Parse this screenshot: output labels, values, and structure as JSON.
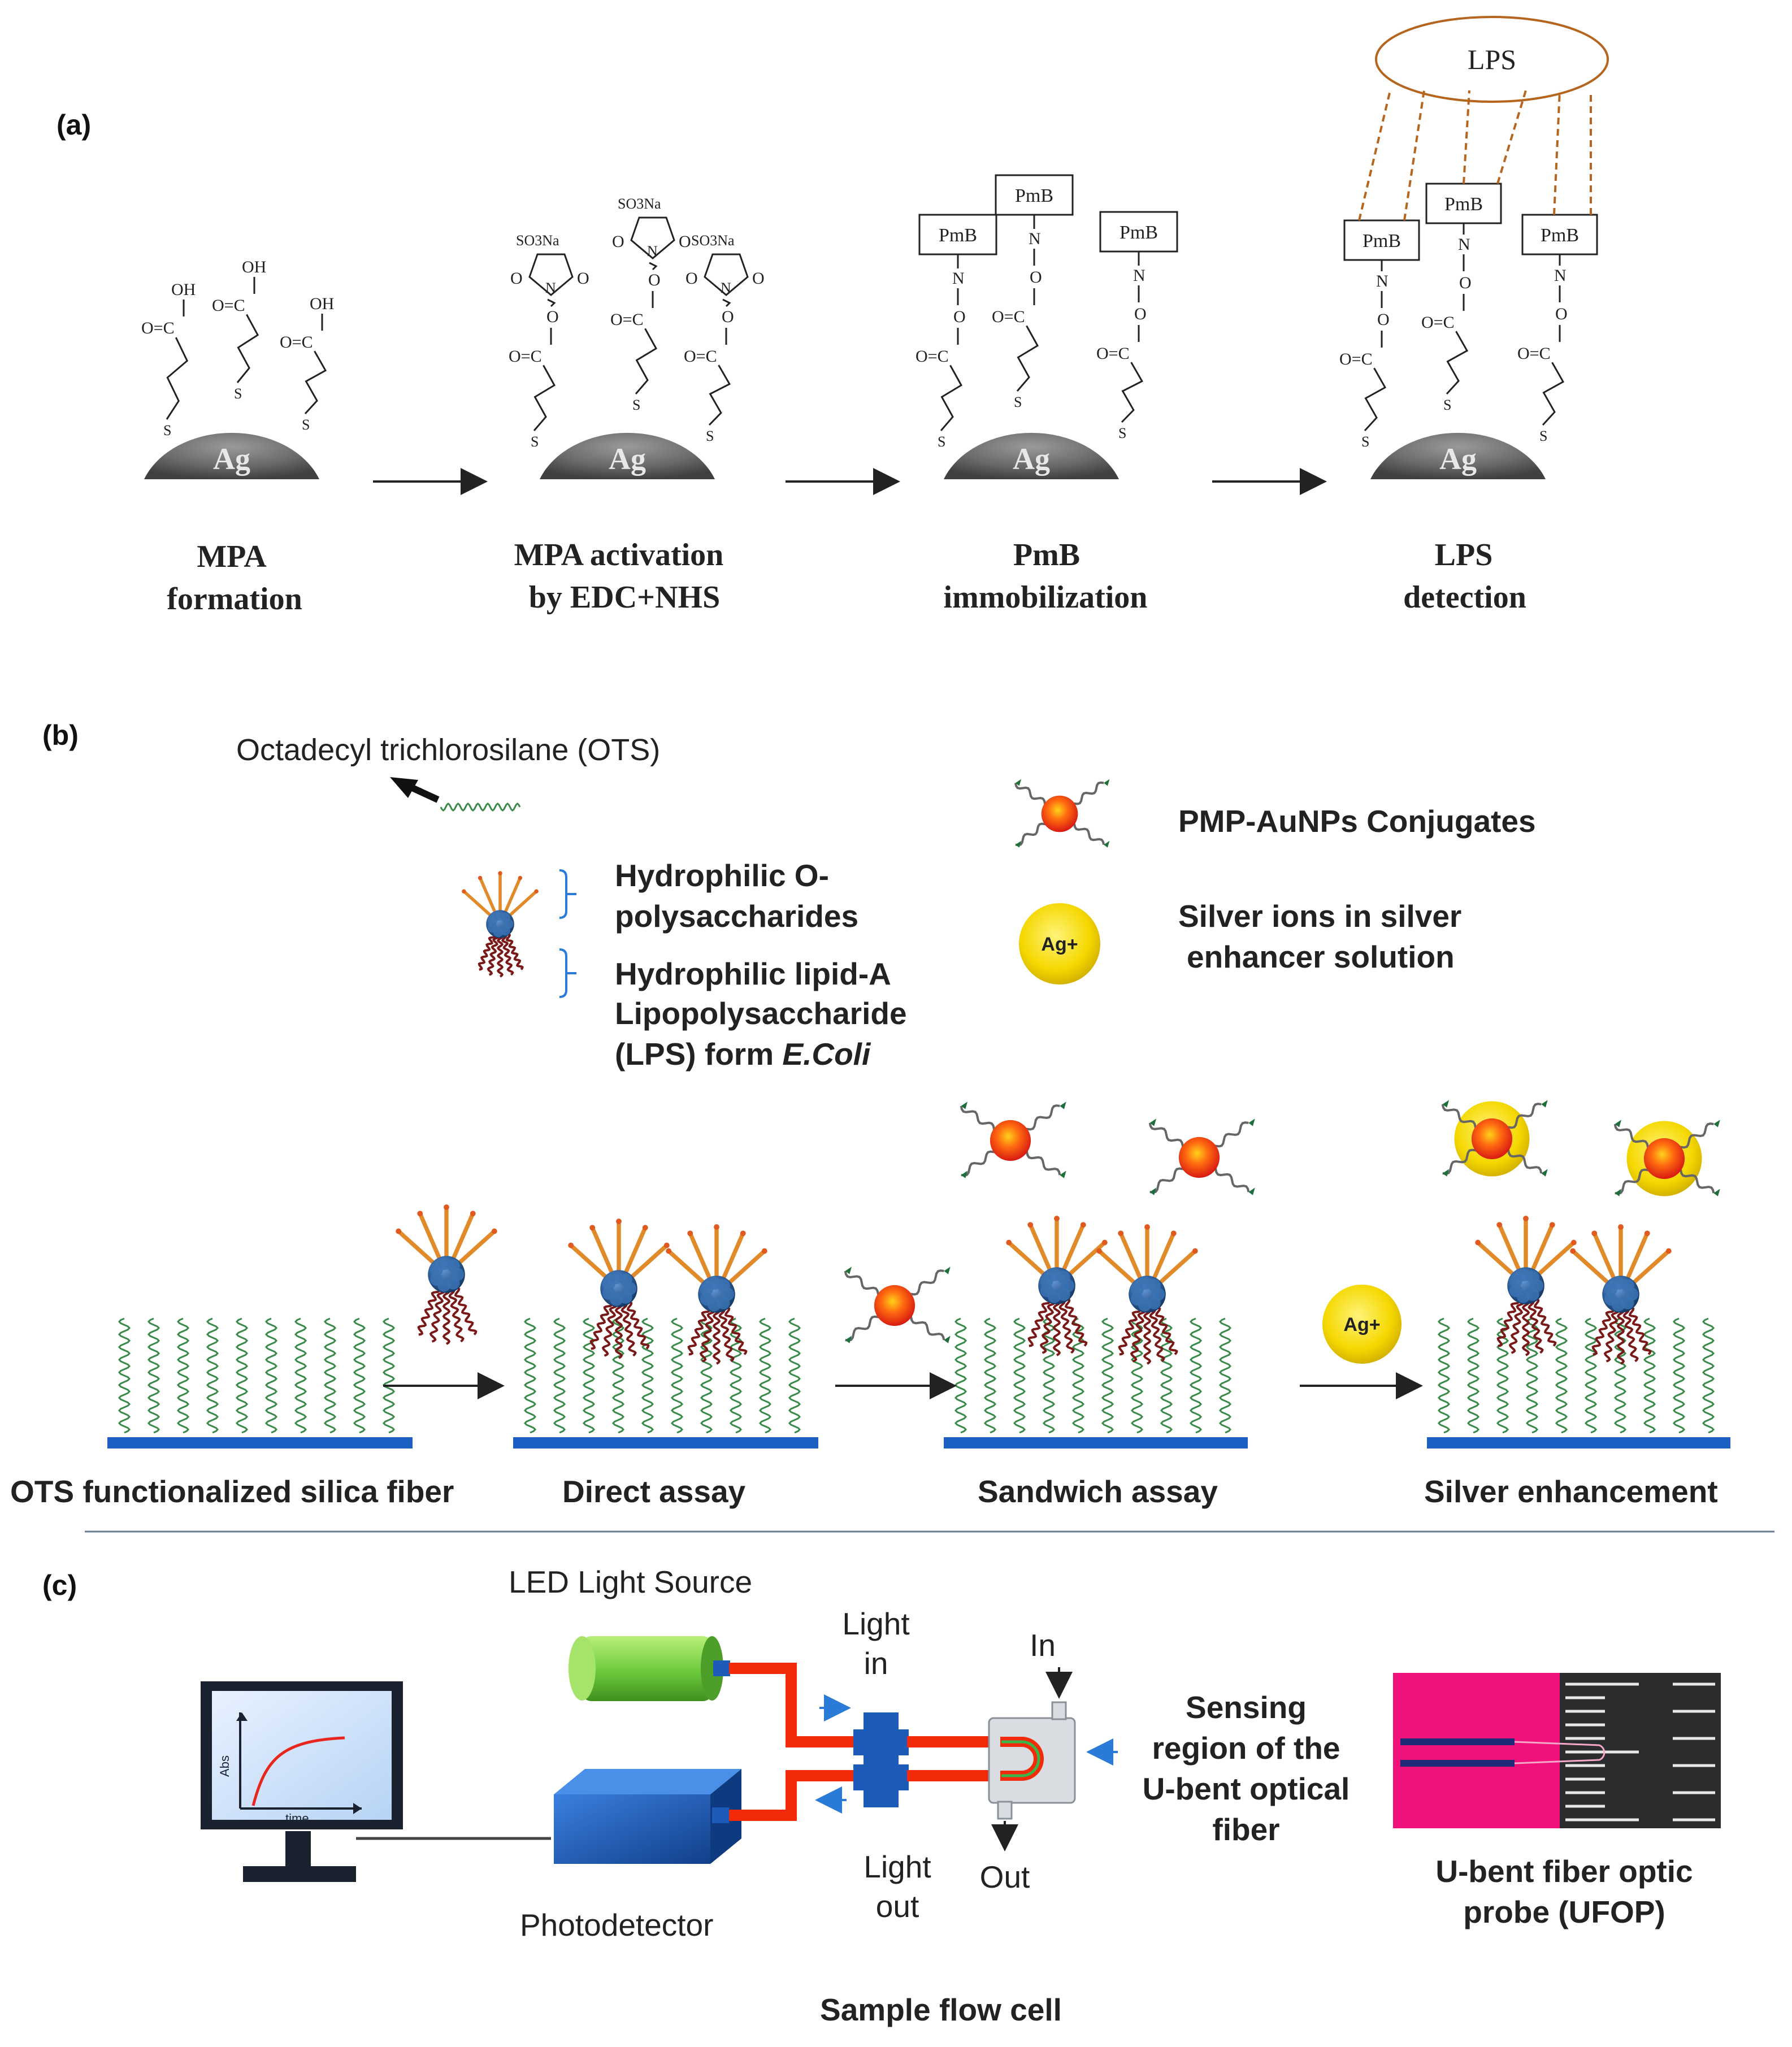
{
  "panels": {
    "a": "(a)",
    "b": "(b)",
    "c": "(c)"
  },
  "panel_a": {
    "steps": [
      {
        "line1": "MPA",
        "line2": "formation"
      },
      {
        "line1": "MPA activation",
        "line2": "by EDC+NHS"
      },
      {
        "line1": "PmB",
        "line2": "immobilization"
      },
      {
        "line1": "LPS",
        "line2": "detection"
      }
    ],
    "substrate_label": "Ag",
    "lps_label": "LPS",
    "pmb_label": "PmB",
    "chem": {
      "oh": "OH",
      "oc": "O=C",
      "s": "S",
      "so3na": "SO3Na",
      "o": "O",
      "n": "N"
    }
  },
  "panel_b": {
    "legend": {
      "ots": "Octadecyl trichlorosilane (OTS)",
      "o_poly_1": "Hydrophilic O-",
      "o_poly_2": "polysaccharides",
      "lipid_1": "Hydrophilic lipid-A",
      "lipid_2": "Lipopolysaccharide",
      "lipid_3_pre": "(LPS) form ",
      "lipid_3_em": "E.Coli",
      "pmp": "PMP-AuNPs  Conjugates",
      "silver_1": "Silver ions  in silver",
      "silver_2": "enhancer solution",
      "ag_plus": "Ag+"
    },
    "stages": [
      "OTS functionalized silica fiber",
      "Direct assay",
      "Sandwich assay",
      "Silver enhancement"
    ]
  },
  "panel_c": {
    "led": "LED  Light  Source",
    "light_in_1": "Light",
    "light_in_2": "in",
    "light_out_1": "Light",
    "light_out_2": "out",
    "in": "In",
    "out": "Out",
    "sensing_1": "Sensing",
    "sensing_2": "region of the",
    "sensing_3": "U-bent optical",
    "sensing_4": "fiber",
    "photodetector": "Photodetector",
    "flow_cell": "Sample flow cell",
    "ufop_1": "U-bent fiber optic",
    "ufop_2": "probe (UFOP)",
    "abs": "Abs",
    "time": "time"
  },
  "colors": {
    "fiber": "#1b5fc2",
    "ots": "#3a8a4a",
    "lipid": "#7a1818",
    "poly_core": "#2e5f9a",
    "poly_arm": "#e08a2a",
    "aunp": "#e8261e",
    "silver": "#f5d800",
    "led": "#7bd146",
    "cable": "#f22a0a",
    "detector": "#1d5bb8",
    "probe_bg": "#f0127a"
  }
}
